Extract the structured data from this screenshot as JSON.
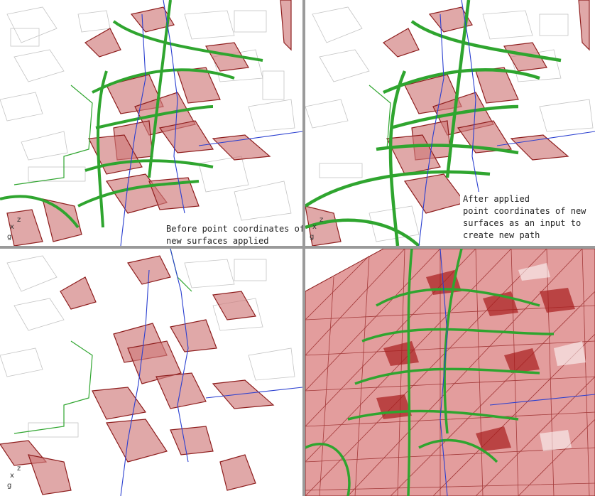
{
  "captions": {
    "top_left": [
      "Before point coordinates of",
      "new surfaces applied"
    ],
    "top_right": [
      "After applied",
      "point coordinates of new",
      "surfaces as an input to",
      "create new path"
    ]
  },
  "axis_labels": {
    "x": "x",
    "z": "z",
    "y": "g"
  },
  "colors": {
    "surface_fill": "#d07a7a",
    "surface_stroke": "#8e1e1e",
    "path_green": "#2fa52f",
    "path_blue": "#2a3fd0",
    "context_lines": "#bdbdbd",
    "divider": "#9a9a9a"
  },
  "icons": {
    "axis_gizmo": "xyz-axis-icon"
  }
}
